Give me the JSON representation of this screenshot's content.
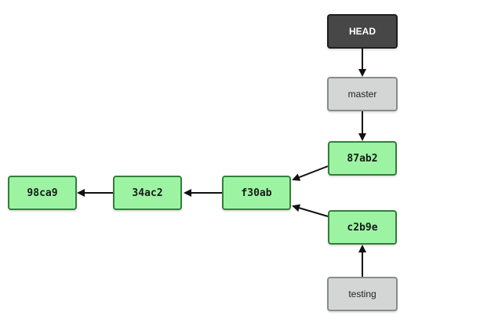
{
  "diagram": {
    "pointers": [
      {
        "id": "head",
        "label": "HEAD"
      },
      {
        "id": "master",
        "label": "master"
      },
      {
        "id": "testing",
        "label": "testing"
      }
    ],
    "commits": [
      {
        "id": "98ca9",
        "label": "98ca9"
      },
      {
        "id": "34ac2",
        "label": "34ac2"
      },
      {
        "id": "f30ab",
        "label": "f30ab"
      },
      {
        "id": "87ab2",
        "label": "87ab2"
      },
      {
        "id": "c2b9e",
        "label": "c2b9e"
      }
    ],
    "edges": [
      {
        "from": "head",
        "to": "master"
      },
      {
        "from": "master",
        "to": "87ab2"
      },
      {
        "from": "87ab2",
        "to": "f30ab"
      },
      {
        "from": "c2b9e",
        "to": "f30ab"
      },
      {
        "from": "testing",
        "to": "c2b9e"
      },
      {
        "from": "f30ab",
        "to": "34ac2"
      },
      {
        "from": "34ac2",
        "to": "98ca9"
      }
    ],
    "colors": {
      "commit_fill": "#9cf4a3",
      "commit_border": "#357d3b",
      "branch_fill": "#d3d6d4",
      "branch_border": "#8a8c8b",
      "head_fill": "#474747",
      "arrow": "#111111"
    }
  }
}
